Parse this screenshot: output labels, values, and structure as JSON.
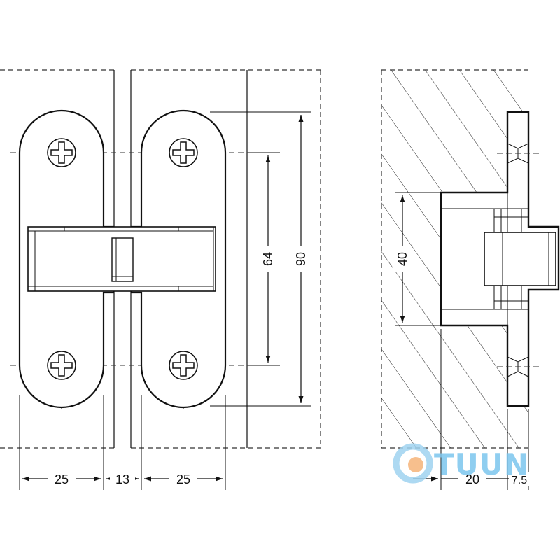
{
  "dimensions": {
    "width_left": "25",
    "gap": "13",
    "width_right": "25",
    "screw_spacing": "64",
    "overall_height": "90",
    "body_height": "40",
    "mortise_depth": "20",
    "flange_offset": "7.5"
  },
  "logo": {
    "text": "TUUN",
    "ring_color": "#9fd3f0",
    "dot_color": "#f6b47a",
    "text_color": "#7cc6ee"
  },
  "colors": {
    "line": "#111111",
    "dashed": "#333333"
  }
}
